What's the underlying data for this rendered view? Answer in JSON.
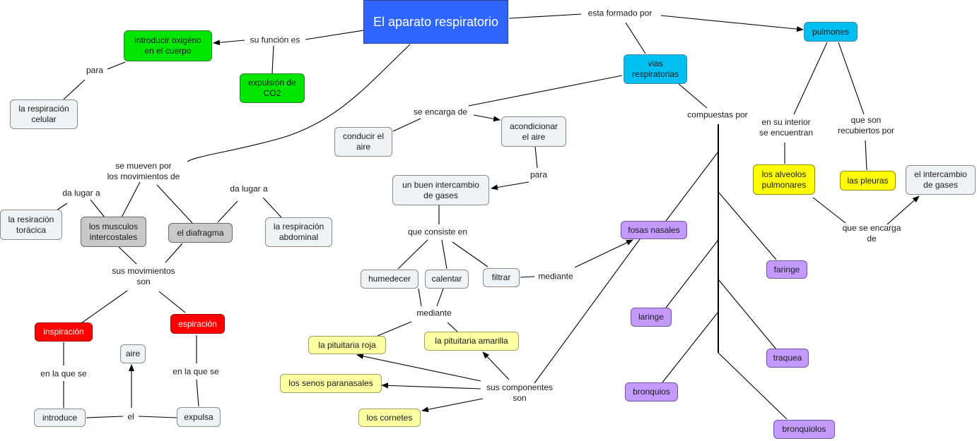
{
  "nodes": {
    "aparato": "El aparato respiratorio",
    "introducir": "introducir oxigéno\nen el cuerpo",
    "expulsion": "expulsión de\nCO2",
    "respiracion_celular": "la respiración\ncelular",
    "pulmones": "pulmones",
    "vias": "vias\nrespiratorias",
    "conducir": "conducir el\naire",
    "acondicionar": "acondicionar\nel aire",
    "intercambio_gases": "un buen intercambio\nde gases",
    "humedecer": "humedecer",
    "calentar": "calentar",
    "filtrar": "filtrar",
    "pituitaria_roja": "la pituitaria roja",
    "pituitaria_amarilla": "la pituitaria amarilla",
    "senos": "los senos paranasales",
    "cornetes": "los cornetes",
    "resiracion_toracica": "la resiración\ntorácica",
    "musculos": "los musculos\nintercostales",
    "diafragma": "el diafragma",
    "respiracion_abdominal": "la respiración\nabdominal",
    "inspiracion": "inspiración",
    "espiracion": "espiración",
    "aire": "aire",
    "introduce": "introduce",
    "expulsa": "expulsa",
    "fosas": "fosas nasales",
    "faringe": "faringe",
    "laringe": "laringe",
    "traquea": "traquea",
    "bronquios": "bronquios",
    "bronquiolos": "bronquiolos",
    "alveolos": "los alveolos\npulmonares",
    "pleuras": "las pleuras",
    "intercambio": "el intercambio\nde gases"
  },
  "labels": {
    "esta_formado": "esta formado por",
    "su_funcion": "su función es",
    "para1": "para",
    "se_mueven": "se mueven por\nlos movimientos de",
    "da_lugar1": "da lugar a",
    "da_lugar2": "da lugar a",
    "sus_movimientos": "sus movimientos\nson",
    "en_la_que1": "en la que se",
    "en_la_que2": "en la que se",
    "el": "el",
    "se_encarga": "se encarga de",
    "para2": "para",
    "consiste": "que consiste en",
    "mediante1": "mediante",
    "mediante2": "mediante",
    "sus_componentes": "sus componentes\nson",
    "compuestas": "compuestas por",
    "en_su_interior": "en su interior\nse encuentran",
    "recubiertos": "que son\nrecubiertos por",
    "se_encarga2": "que se encarga\nde"
  }
}
